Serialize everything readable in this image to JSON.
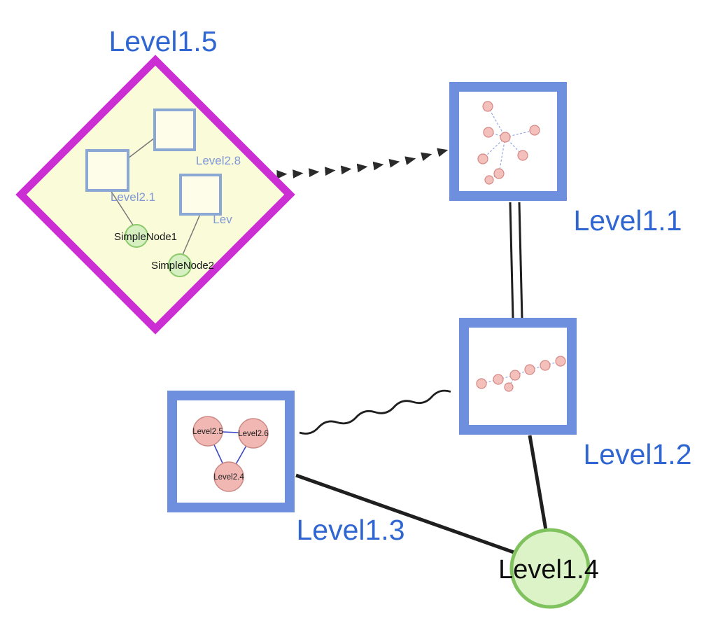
{
  "diagram": {
    "type": "nested-graph",
    "labels": {
      "level15": "Level1.5",
      "level11": "Level1.1",
      "level12": "Level1.2",
      "level13": "Level1.3",
      "level14": "Level1.4",
      "level28": "Level2.8",
      "level21": "Level2.1",
      "lev": "Lev",
      "simplenode1": "SimpleNode1",
      "simplenode2": "SimpleNode2",
      "level25": "Level2.5",
      "level26": "Level2.6",
      "level24": "Level2.4"
    },
    "colors": {
      "label_blue": "#2f66d1",
      "label_black": "#0d0d0d",
      "inner_label_blue": "#8099d6",
      "diamond_border": "#cb2ed2",
      "diamond_fill": "#fafbd8",
      "square_border": "#6d8fdd",
      "square_fill": "#ffffff",
      "green_fill": "#d6f0c2",
      "green_border": "#8bc96a",
      "pink_fill": "#f4c0bc",
      "edge_black": "#1f1f1f",
      "chevron_black": "#2a2a2a"
    },
    "edges": [
      {
        "from": "Level1.5",
        "to": "Level1.1",
        "style": "dashed-arrow-chain"
      },
      {
        "from": "Level1.1",
        "to": "Level1.2",
        "style": "double-line"
      },
      {
        "from": "Level1.3",
        "to": "Level1.2",
        "style": "wavy"
      },
      {
        "from": "Level1.3",
        "to": "Level1.4",
        "style": "solid"
      },
      {
        "from": "Level1.2",
        "to": "Level1.4",
        "style": "solid"
      },
      {
        "from": "Level2.1",
        "to": "Level2.8",
        "style": "thin-gray"
      },
      {
        "from": "Level2.1",
        "to": "SimpleNode1",
        "style": "thin-gray"
      },
      {
        "from": "Lev",
        "to": "SimpleNode2",
        "style": "thin-gray"
      },
      {
        "from": "Level2.5",
        "to": "Level2.6",
        "style": "thin-blue"
      },
      {
        "from": "Level2.5",
        "to": "Level2.4",
        "style": "thin-blue"
      },
      {
        "from": "Level2.6",
        "to": "Level2.4",
        "style": "thin-blue"
      }
    ],
    "subgraphs": {
      "level11_inner": {
        "nodes": 8,
        "edge_style": "dashed-blue",
        "node_color": "#f4c0bc"
      },
      "level12_inner": {
        "nodes": 7,
        "edge_style": "dashed-blue",
        "node_color": "#f4c0bc"
      }
    }
  }
}
